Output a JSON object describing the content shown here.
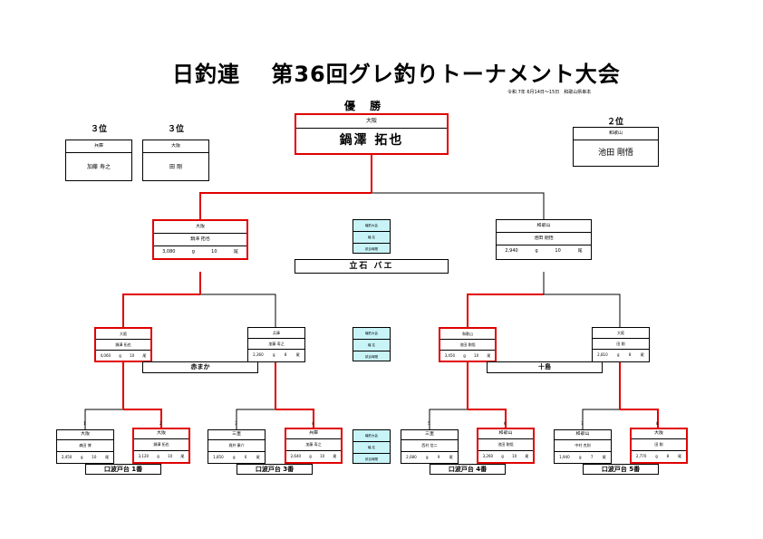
{
  "header": {
    "title": "日釣連　 第36回グレ釣りトーナメント大会",
    "date_venue": "令和 7年 6月14日～15日　和歌山県串本",
    "champion_label": "優 勝"
  },
  "podium": {
    "champion": {
      "pref": "大阪",
      "name": "鍋澤 拓也"
    },
    "second": {
      "label": "２位",
      "pref": "和歌山",
      "name": "池田 剛悟"
    },
    "third_a": {
      "label": "３位",
      "pref": "兵庫",
      "name": "加藤 寿之"
    },
    "third_b": {
      "label": "３位",
      "pref": "大阪",
      "name": "田 剛"
    }
  },
  "semis": {
    "left": {
      "pref": "大阪",
      "name": "鍋澤 拓也",
      "weight": "3,080",
      "g": "g",
      "count": "10",
      "unit": "尾"
    },
    "right": {
      "pref": "和歌山",
      "name": "池田 剛悟",
      "weight": "2,940",
      "g": "g",
      "count": "10",
      "unit": "尾"
    },
    "venue_info": {
      "row1": "磯釣大会",
      "row2": "磯 名",
      "row3": "試合時間",
      "venue": "立石 バエ"
    }
  },
  "quarters": {
    "m1": {
      "pref": "大阪",
      "name": "鍋澤 拓也",
      "weight": "4,060",
      "g": "g",
      "count": "10",
      "unit": "尾"
    },
    "m2": {
      "pref": "兵庫",
      "name": "加藤 寿之",
      "weight": "2,360",
      "g": "g",
      "count": "8",
      "unit": "尾"
    },
    "m3": {
      "pref": "和歌山",
      "name": "池田 剛悟",
      "weight": "3,450",
      "g": "g",
      "count": "10",
      "unit": "尾"
    },
    "m4": {
      "pref": "大阪",
      "name": "田 剛",
      "weight": "2,810",
      "g": "g",
      "count": "8",
      "unit": "尾"
    },
    "venue_left": "赤まか",
    "venue_right": "十島",
    "venue_info": {
      "row1": "磯釣大会",
      "row2": "磯 名",
      "row3": "試合時間"
    }
  },
  "round1": {
    "p1": {
      "num": "1",
      "pref": "大阪",
      "name": "森田 博",
      "weight": "2,450",
      "g": "g",
      "count": "10",
      "unit": "尾"
    },
    "p2": {
      "num": "2",
      "pref": "大阪",
      "name": "鍋澤 拓也",
      "weight": "3,120",
      "g": "g",
      "count": "10",
      "unit": "尾"
    },
    "p3": {
      "num": "3",
      "pref": "三重",
      "name": "堀井 康介",
      "weight": "1,850",
      "g": "g",
      "count": "6",
      "unit": "尾"
    },
    "p4": {
      "num": "4",
      "pref": "兵庫",
      "name": "加藤 寿之",
      "weight": "2,640",
      "g": "g",
      "count": "10",
      "unit": "尾"
    },
    "p5": {
      "num": "5",
      "pref": "三重",
      "name": "西村 信二",
      "weight": "2,080",
      "g": "g",
      "count": "9",
      "unit": "尾"
    },
    "p6": {
      "num": "6",
      "pref": "和歌山",
      "name": "池田 剛悟",
      "weight": "3,260",
      "g": "g",
      "count": "10",
      "unit": "尾"
    },
    "p7": {
      "num": "7",
      "pref": "和歌山",
      "name": "中村 克則",
      "weight": "1,940",
      "g": "g",
      "count": "7",
      "unit": "尾"
    },
    "p8": {
      "num": "8",
      "pref": "大阪",
      "name": "田 剛",
      "weight": "2,770",
      "g": "g",
      "count": "8",
      "unit": "尾"
    },
    "venue1": "口波戸台 1番",
    "venue2": "口波戸台 3番",
    "venue3": "口波戸台 4番",
    "venue4": "口波戸台 5番",
    "venue_info": {
      "row1": "磯釣大会",
      "row2": "磯 名",
      "row3": "試合時間"
    }
  },
  "colors": {
    "winner_line": "#e00000",
    "info_bg": "#c8f4f8"
  }
}
